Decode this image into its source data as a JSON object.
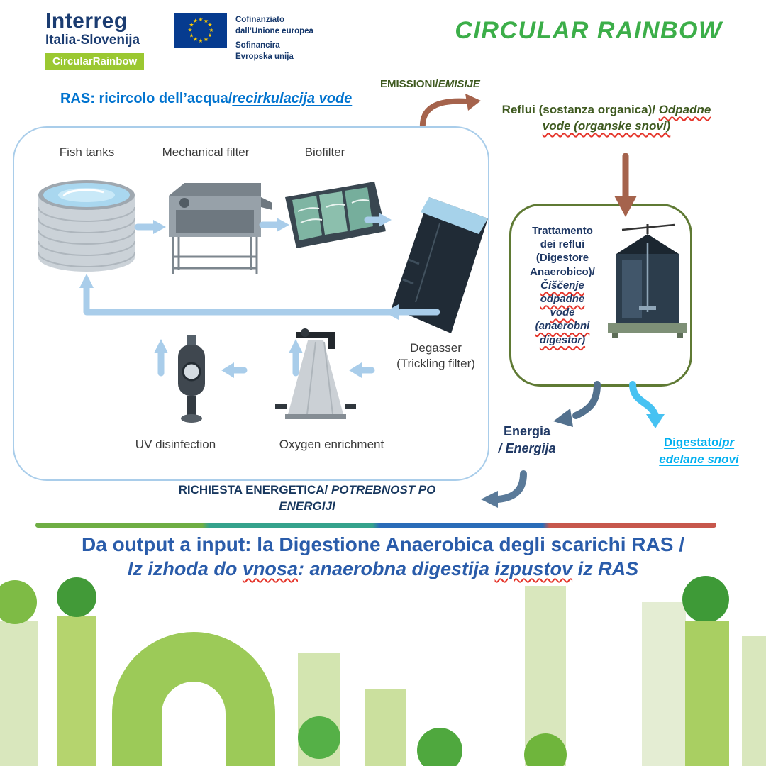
{
  "header": {
    "interreg_wordmark": "Interreg",
    "program_region": "Italia-Slovenija",
    "program_badge": "CircularRainbow",
    "eu_funding": {
      "line1": "Cofinanziato",
      "line2": "dall’Unione europea",
      "line3": "Sofinancira",
      "line4": "Evropska unija"
    },
    "project_title": "CIRCULAR RAINBOW"
  },
  "diagram": {
    "ras_caption": {
      "main": "RAS: ricircolo dell’acqua/",
      "italic": "recirkulacija vode"
    },
    "emissions": {
      "main": "EMISSIONI/",
      "italic": "EMISIJE"
    },
    "reflui": {
      "main": "Reflui (sostanza organica)/ ",
      "italic": "Odpadne vode (organske snovi)"
    },
    "ras_units": {
      "fish_tanks": "Fish tanks",
      "mechanical_filter": "Mechanical filter",
      "biofilter": "Biofilter",
      "degasser_line1": "Degasser",
      "degasser_line2": "(Trickling filter)",
      "uv_disinfection": "UV  disinfection",
      "oxygen_enrichment": "Oxygen enrichment"
    },
    "digester_box": {
      "lines_main": [
        "Trattamento",
        "dei reflui",
        "(Digestore",
        "Anaerobico)/"
      ],
      "lines_italic": [
        "Čiščenje",
        "odpadne",
        "vode",
        "(anaerobni",
        "digestor)"
      ]
    },
    "energy": {
      "line1": "Energia",
      "line2": "/ Energija"
    },
    "digestate": {
      "bold": "Digestato/",
      "italic_line1": "pr",
      "italic_line2": "edelane snovi"
    },
    "energy_demand": {
      "main": "RICHIESTA ENERGETICA/ ",
      "italic": "POTREBNOST PO ENERGIJI"
    }
  },
  "footer": {
    "title_line1": "Da output a input: la Digestione Anaerobica degli scarichi RAS /",
    "title_line2": {
      "p1": "Iz izhoda do ",
      "w1": "vnosa",
      "p2": ": anaerobna digestija ",
      "w2": "izpustov",
      "p3": " iz RAS"
    }
  },
  "colors": {
    "interreg_blue": "#1B3C71",
    "badge_green": "#9BC831",
    "title_green": "#3CAE49",
    "ras_caption_blue": "#0073CF",
    "dark_green_text": "#3F5A20",
    "navy_text": "#1F3864",
    "cyan_text": "#00B0F0",
    "flow_arrow_blue": "#A9CDEA",
    "organic_arrow_brown": "#A5634C",
    "energy_arrow_slate": "#53718E",
    "digestate_arrow_cyan": "#47C2F2",
    "footer_blue": "#2A5CAA",
    "bar_colors": [
      "#6FAE44",
      "#35A28C",
      "#2A6CB8",
      "#C7574C"
    ]
  }
}
